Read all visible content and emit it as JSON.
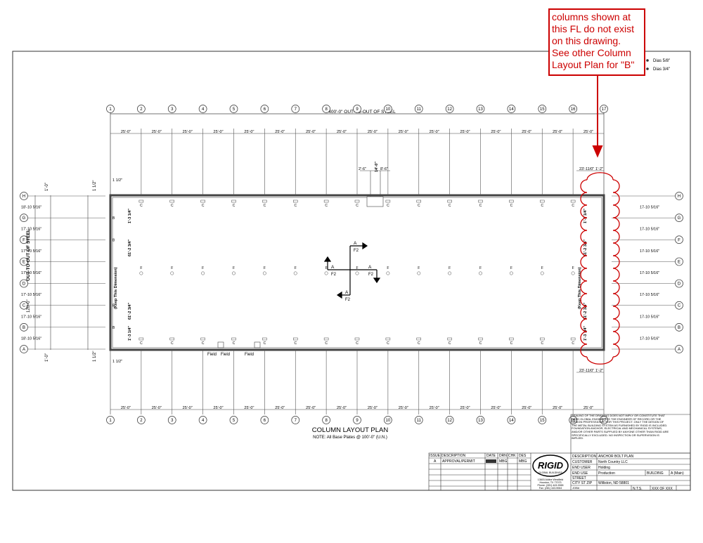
{
  "drawing": {
    "title": "COLUMN LAYOUT PLAN",
    "note": "NOTE: All Base Plates @ 100'-0\" (U.N.)",
    "overall_dim_top": "400'-0\"  OUT-TO-OUT OF STEEL",
    "side_dim_label": "OUT-TO-OUT OF STEEL",
    "side_dim_value": "120'-0\"",
    "keep_dim": "(Keep This Dimension)",
    "bay_dim": "25'-0\"",
    "end_bay_dim": "23'-11/0\"",
    "end_bay_extra": "1'-2\"",
    "one_half": "1 1/2\"",
    "one_quarter": "1'-0\"",
    "plate_dims": [
      "1'-3 1/4\"",
      "61'-2 3/4\"",
      "61'-2 3/4\"",
      "1'-3 1/4\""
    ],
    "center_dims": [
      "2'-6\"",
      "14'-0\"",
      "8'-6\""
    ],
    "field_labels": [
      "Field",
      "Field",
      "Field"
    ],
    "grid_numbers": [
      "1",
      "2",
      "3",
      "4",
      "5",
      "6",
      "7",
      "8",
      "9",
      "10",
      "11",
      "12",
      "13",
      "14",
      "15",
      "16",
      "17"
    ],
    "grid_letters": [
      "H",
      "G",
      "F",
      "E",
      "D",
      "C",
      "B",
      "A"
    ],
    "left_spacing": [
      "18'-10 5/16\"",
      "17'-10 5/16\"",
      "17'-10 5/16\"",
      "17'-10 5/16\"",
      "17'-10 5/16\"",
      "17'-10 5/16\"",
      "18'-10 5/16\""
    ],
    "right_spacing": [
      "17-10 5/16\"",
      "17-10 5/16\"",
      "17-10 5/16\"",
      "17-10 5/16\"",
      "17-10 5/16\"",
      "17-10 5/16\"",
      "17-10 5/16\""
    ],
    "legend": [
      {
        "symbol": "●",
        "label": "Dias 5/8\""
      },
      {
        "symbol": "●",
        "label": "Dias 3/4\""
      }
    ],
    "col_marks_top": "C",
    "col_marks_mid": "F",
    "section_marks": [
      "A",
      "F2"
    ]
  },
  "callout": {
    "lines": [
      "columns shown at",
      "this FL do not exist",
      "on this drawing.",
      "See other Column",
      "Layout Plan for \"B\""
    ],
    "color": "#cc0000"
  },
  "title_block": {
    "headers": [
      "ISSUE",
      "DESCRIPTION",
      "DATE",
      "DRN",
      "CHK",
      "DES"
    ],
    "row": [
      "A",
      "APPROVAL/PERMIT",
      "",
      "MBG",
      "",
      "MBG"
    ],
    "logo_text": "RIGID",
    "logo_sub": "GLOBAL BUILDINGS",
    "address": [
      "13603 Aldine Westfield",
      "Houston, TX 77073",
      "Phone: (281) 443-9065",
      "Fax: (281) 443-9064"
    ],
    "disclaimer": "SEALING OF THE DRAWING DOES NOT IMPLY OR CONSTITUTE THAT RIGID GLOBAL ENGINEER IS THE ENGINEER OF RECORD OR THE DESIGN PROFESSIONAL FOR THIS PROJECT. ONLY THE DESIGN OF THE METAL BUILDING SYSTEM AS FURNISHED BY RIGID IS INCLUDED. FOUNDATION ANCHOR, ELECTRICAL AND MECHANICAL SYSTEMS, AND/OR OTHER PARTS SUPPLIED BY ANYONE OTHER THAN RIGID ARE SPECIFICALLY EXCLUDED. NO INSPECTION OR SUPERVISION IS IMPLIED.",
    "fields": [
      {
        "label": "DESCRIPTION",
        "value": "ANCHOR BOLT PLAN"
      },
      {
        "label": "CUSTOMER",
        "value": "North Country LLC"
      },
      {
        "label": "END USER",
        "value": "Holding"
      },
      {
        "label": "END USE",
        "value": "Production"
      },
      {
        "label": "STREET",
        "value": ""
      },
      {
        "label": "CITY ST ZIP",
        "value": "Williston, ND 58801"
      }
    ],
    "building_label": "BUILDING",
    "building_value": "A (Main)",
    "scale": "N.T.S.",
    "sheet": "XXX OF XXX",
    "job_label": "JOB#"
  }
}
